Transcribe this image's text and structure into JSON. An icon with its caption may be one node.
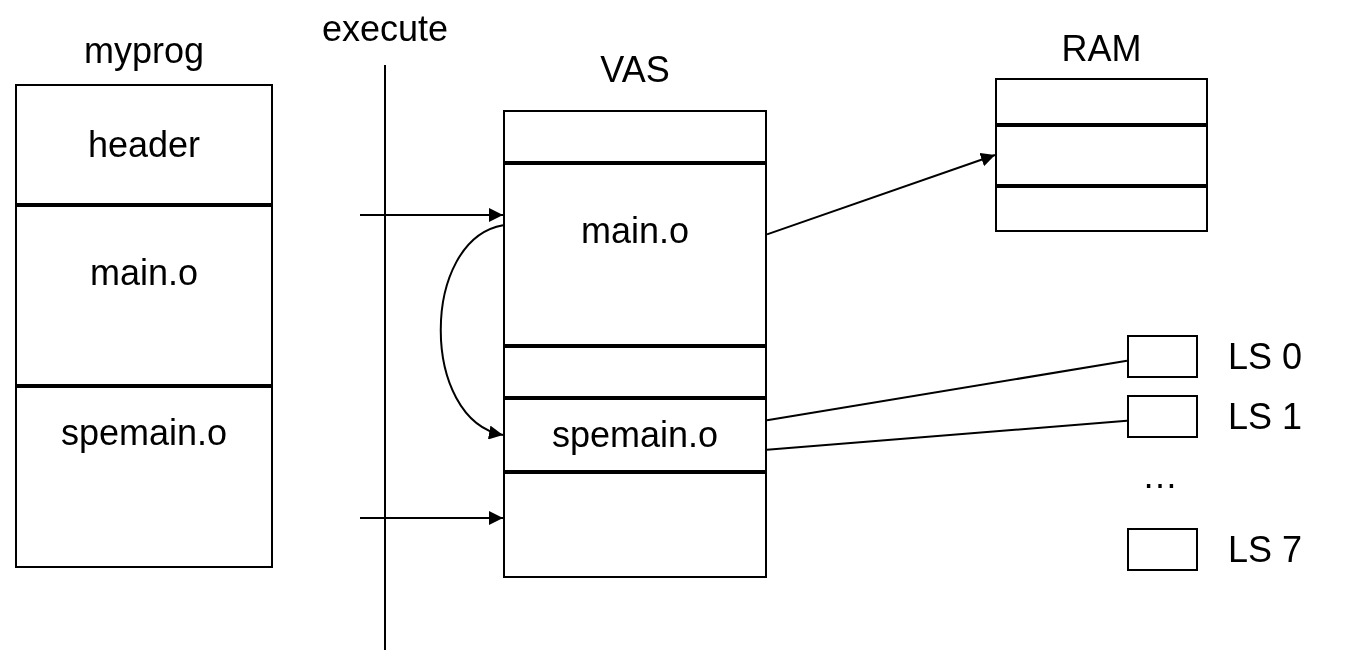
{
  "diagram": {
    "nodes": [
      {
        "text": [
          "myprog"
        ]
      },
      {
        "text": [
          "header"
        ],
        "in": 0
      },
      {
        "text": [
          "main.o"
        ],
        "in": 0
      },
      {
        "text": [
          "spemain.o"
        ],
        "in": 0
      },
      {
        "text": [
          "VAS"
        ]
      },
      {
        "text": [],
        "shape": "box",
        "in": 4
      },
      {
        "text": [
          "main.o"
        ],
        "in": 4
      },
      {
        "text": [],
        "shape": "box",
        "in": 4
      },
      {
        "text": [
          "spemain.o"
        ],
        "in": 4
      },
      {
        "text": [],
        "shape": "box",
        "in": 4
      },
      {
        "text": [
          "RAM"
        ]
      },
      {
        "text": [],
        "shape": "box",
        "in": 10
      },
      {
        "text": [],
        "shape": "box",
        "in": 10
      },
      {
        "text": [],
        "shape": "box",
        "in": 10
      },
      {
        "text": [],
        "shape": "box",
        "beside": [
          "LS 0"
        ]
      },
      {
        "text": [],
        "shape": "box",
        "beside": [
          "LS 1"
        ]
      },
      {
        "text": [],
        "shape": "box",
        "beside": [
          "LS 7"
        ]
      }
    ],
    "edges": [
      {
        "from": null,
        "to": 6,
        "arrow": "to"
      },
      {
        "from": null,
        "to": 9,
        "arrow": "to"
      },
      {
        "from": 6,
        "to": 8,
        "arrow": "to"
      },
      {
        "from": 6,
        "to": 10,
        "arrow": "to"
      },
      {
        "from": 8,
        "to": 14,
        "arrow": "none"
      },
      {
        "from": 8,
        "to": 15,
        "arrow": "none"
      }
    ],
    "labels": [
      "execute",
      "…"
    ]
  }
}
